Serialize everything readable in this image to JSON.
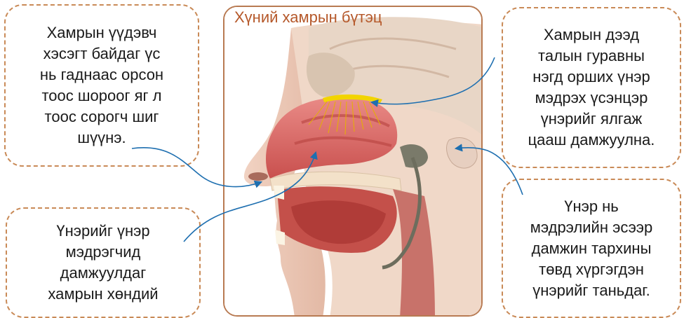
{
  "title": "Хүний хамрын бүтэц",
  "callouts": {
    "top_left": "Хамрын үүдэвч\nхэсэгт байдаг үс\nнь гаднаас орсон\nтоос шороог яг л\nтоос сорогч шиг\nшүүнэ.",
    "bottom_left": "Үнэрийг үнэр\nмэдрэгчид\nдамжуулдаг\nхамрын хөндий",
    "top_right": "Хамрын дээд\nталын гуравны\nнэгд орших үнэр\nмэдрэх үсэнцэр\nүнэрийг ялгаж\nцааш дамжуулна.",
    "bottom_right": "Үнэр нь\nмэдрэлийн эсээр\nдамжин тархины\nтөвд хүргэгдэн\nүнэрийг таньдаг."
  },
  "colors": {
    "border": "#c98a57",
    "title": "#b5582a",
    "arrow": "#1e6fb0"
  }
}
